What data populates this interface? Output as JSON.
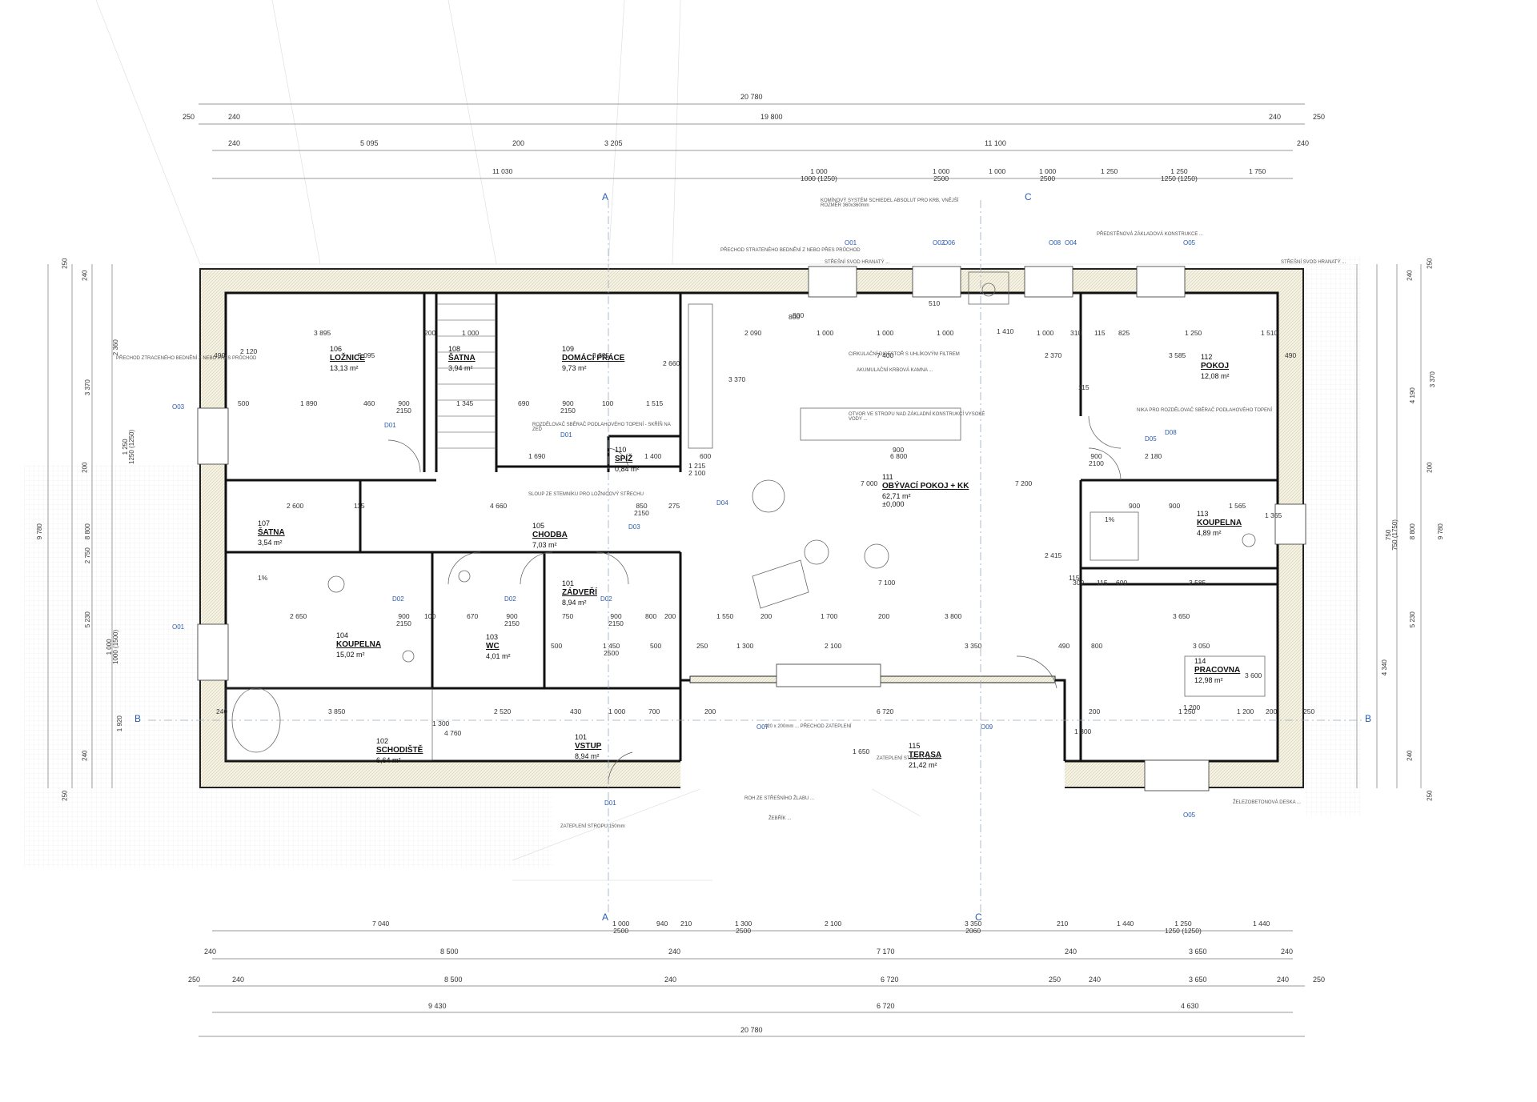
{
  "overall_dims": {
    "top": [
      "20 780",
      "19 800",
      "11 100",
      "11 030"
    ],
    "bottom": [
      "20 780",
      "9 430",
      "6 720",
      "4 630",
      "8 500",
      "7 170",
      "3 650"
    ]
  },
  "dims_top_row2": [
    "250",
    "240",
    "19 800",
    "240",
    "250"
  ],
  "dims_top_row3": [
    "240",
    "5 095",
    "200",
    "3 205",
    "11 100",
    "240"
  ],
  "dims_top_row4": [
    "11 030",
    "1 000\n1000 (1250)",
    "1 000\n2500",
    "1 000",
    "1 000\n2500",
    "1 250",
    "1 250\n1250 (1250)",
    "1 750"
  ],
  "dims_bottom_row1": [
    "7 040",
    "1 000\n2500",
    "940",
    "210",
    "1 300\n2500",
    "2 100",
    "3 350\n2060",
    "210",
    "1 440",
    "1 250\n1250 (1250)",
    "1 440"
  ],
  "dims_bottom_row2": [
    "240",
    "8 500",
    "240",
    "7 170",
    "240",
    "3 650",
    "240"
  ],
  "dims_bottom_row3": [
    "250",
    "240",
    "8 500",
    "240",
    "6 720",
    "250",
    "240",
    "3 650",
    "240",
    "250"
  ],
  "dims_bottom_row4": [
    "9 430",
    "6 720",
    "4 630"
  ],
  "left_dims": [
    "250",
    "240",
    "2 360",
    "3 370",
    "1 250\n1250 (1250)",
    "200",
    "2 750",
    "5 230",
    "1 000\n1000 (1500)",
    "1 920",
    "240",
    "250",
    "8 800",
    "9 780"
  ],
  "right_dims": [
    "250",
    "240",
    "3 370",
    "4 190",
    "200",
    "750\n750 (1750)",
    "5 230",
    "4 340",
    "240",
    "250",
    "8 800",
    "9 780"
  ],
  "rooms": [
    {
      "num": "106",
      "name": "LOŽNICE",
      "area": "13,13 m²"
    },
    {
      "num": "108",
      "name": "ŠATNA",
      "area": "3,94 m²"
    },
    {
      "num": "109",
      "name": "DOMÁCÍ PRÁCE",
      "area": "9,73 m²"
    },
    {
      "num": "112",
      "name": "POKOJ",
      "area": "12,08 m²"
    },
    {
      "num": "110",
      "name": "SPÍŽ",
      "area": "0,84 m²"
    },
    {
      "num": "111",
      "name": "OBÝVACÍ POKOJ + KK",
      "area": "62,71 m²"
    },
    {
      "num": "107",
      "name": "ŠATNA",
      "area": "3,54 m²"
    },
    {
      "num": "105",
      "name": "CHODBA",
      "area": "7,03 m²"
    },
    {
      "num": "113",
      "name": "KOUPELNA",
      "area": "4,89 m²"
    },
    {
      "num": "101",
      "name": "ZÁDVEŘÍ",
      "area": "8,94 m²"
    },
    {
      "num": "104",
      "name": "KOUPELNA",
      "area": "15,02 m²"
    },
    {
      "num": "103",
      "name": "WC",
      "area": "4,01 m²"
    },
    {
      "num": "114",
      "name": "PRACOVNA",
      "area": "12,98 m²"
    },
    {
      "num": "102",
      "name": "SCHODIŠTĚ",
      "area": "6,64 m²"
    },
    {
      "num": "101",
      "name": "VSTUP",
      "area": "8,94 m²"
    },
    {
      "num": "115",
      "name": "TERASA",
      "area": "21,42 m²"
    }
  ],
  "level_mark": "±0,000",
  "section_marks": {
    "a": "A",
    "b": "B",
    "c": "C"
  },
  "inner_dims": {
    "r1": [
      "3 895",
      "200",
      "1 000",
      "2 090",
      "1 000",
      "1 000",
      "1 000",
      "1 000",
      "310",
      "115",
      "825",
      "1 250",
      "1 510"
    ],
    "r2": [
      "5 095",
      "3 205",
      "7 400",
      "3 585",
      "490",
      "490"
    ],
    "r3": [
      "500",
      "1 890",
      "460",
      "900\n2150",
      "1 345",
      "690",
      "900\n2150",
      "100",
      "1 515"
    ],
    "r4": [
      "1 690",
      "1 400",
      "600",
      "6 800",
      "900\n2100",
      "2 180"
    ],
    "r5": [
      "2 600",
      "115",
      "4 660",
      "850\n2150",
      "275",
      "900",
      "900",
      "1 565"
    ],
    "r6": [
      "7 100",
      "300",
      "115",
      "600",
      "3 585"
    ],
    "r7": [
      "2 650",
      "900\n2150",
      "100",
      "670",
      "900\n2150",
      "750",
      "900\n2150",
      "800",
      "200",
      "1 550",
      "200",
      "1 700",
      "200",
      "3 800",
      "3 650"
    ],
    "r8": [
      "500",
      "1 450\n2500",
      "500",
      "250",
      "1 300",
      "2 100",
      "3 350",
      "490",
      "800",
      "3 050"
    ],
    "r9": [
      "3 850",
      "2 520",
      "430",
      "1 000",
      "700",
      "200",
      "6 720",
      "200",
      "1 250",
      "1 200",
      "200",
      "250",
      "240"
    ],
    "misc": [
      "1%",
      "1%",
      "4 760",
      "1 300",
      "1 650",
      "3 600",
      "1 300",
      "1 200",
      "1 365",
      "2 415",
      "7 000",
      "7 200",
      "2 370",
      "3 370",
      "2 120",
      "2 660",
      "115",
      "115",
      "900",
      "800",
      "510",
      "800",
      "1 410",
      "1 215\n2 100"
    ]
  },
  "tags": [
    "O01",
    "O01",
    "O02",
    "O03",
    "O04",
    "O05",
    "O05",
    "O06",
    "O07",
    "O08",
    "O09",
    "D01",
    "D01",
    "D02",
    "D02",
    "D02",
    "D03",
    "D04",
    "D05",
    "D08",
    "D01"
  ],
  "notes": [
    "PŘECHOD ZTRACENÉHO BEDNĚNÍ Z NEBO PŘES PRŮCHOD",
    "PŘECHOD STRATENÉHO BEDNĚNÍ Z NEBO PŘES PRŮCHOD",
    "STŘEŠNÍ SVOD HRANATÝ ...",
    "KOMÍNOVÝ SYSTÉM SCHIEDEL ABSOLUT PRO KRB, VNĚJŠÍ ROZMĚR 360x360mm",
    "PŘEDSTĚNOVÁ ZÁKLADOVÁ KONSTRUKCE ...",
    "STŘEŠNÍ SVOD HRANATÝ ...",
    "CIRKULAČNÍ DIGESTOŘ S UHLÍKOVÝM FILTREM",
    "AKUMULAČNÍ KRBOVÁ KAMNA ...",
    "OTVOR VE STROPU NAD ZÁKLADNÍ KONSTRUKCÍ VYSOKÉ VODY ...",
    "ROZDĚLOVAČ SBĚRAČ PODLAHOVÉHO TOPENÍ - SKŘÍŇ NA ZEĎ",
    "SLOUP ZE STEMNÍKU PRO LOŽNICOVÝ STŘECHU",
    "NIKA PRO ROZDĚLOVAČ SBĚRAČ PODLAHOVÉHO TOPENÍ",
    "ZATEPLENÍ STROPU 150mm",
    "ZATEPLENÍ STROPU 150mm",
    "ŽELEZOBETONOVÁ DESKA ...",
    "ROH ZE STŘEŠNÍHO ŽLABU ...",
    "ŽEBŘÍK ...",
    "420 x 200mm ... PŘECHOD ZATEPLENÍ"
  ]
}
